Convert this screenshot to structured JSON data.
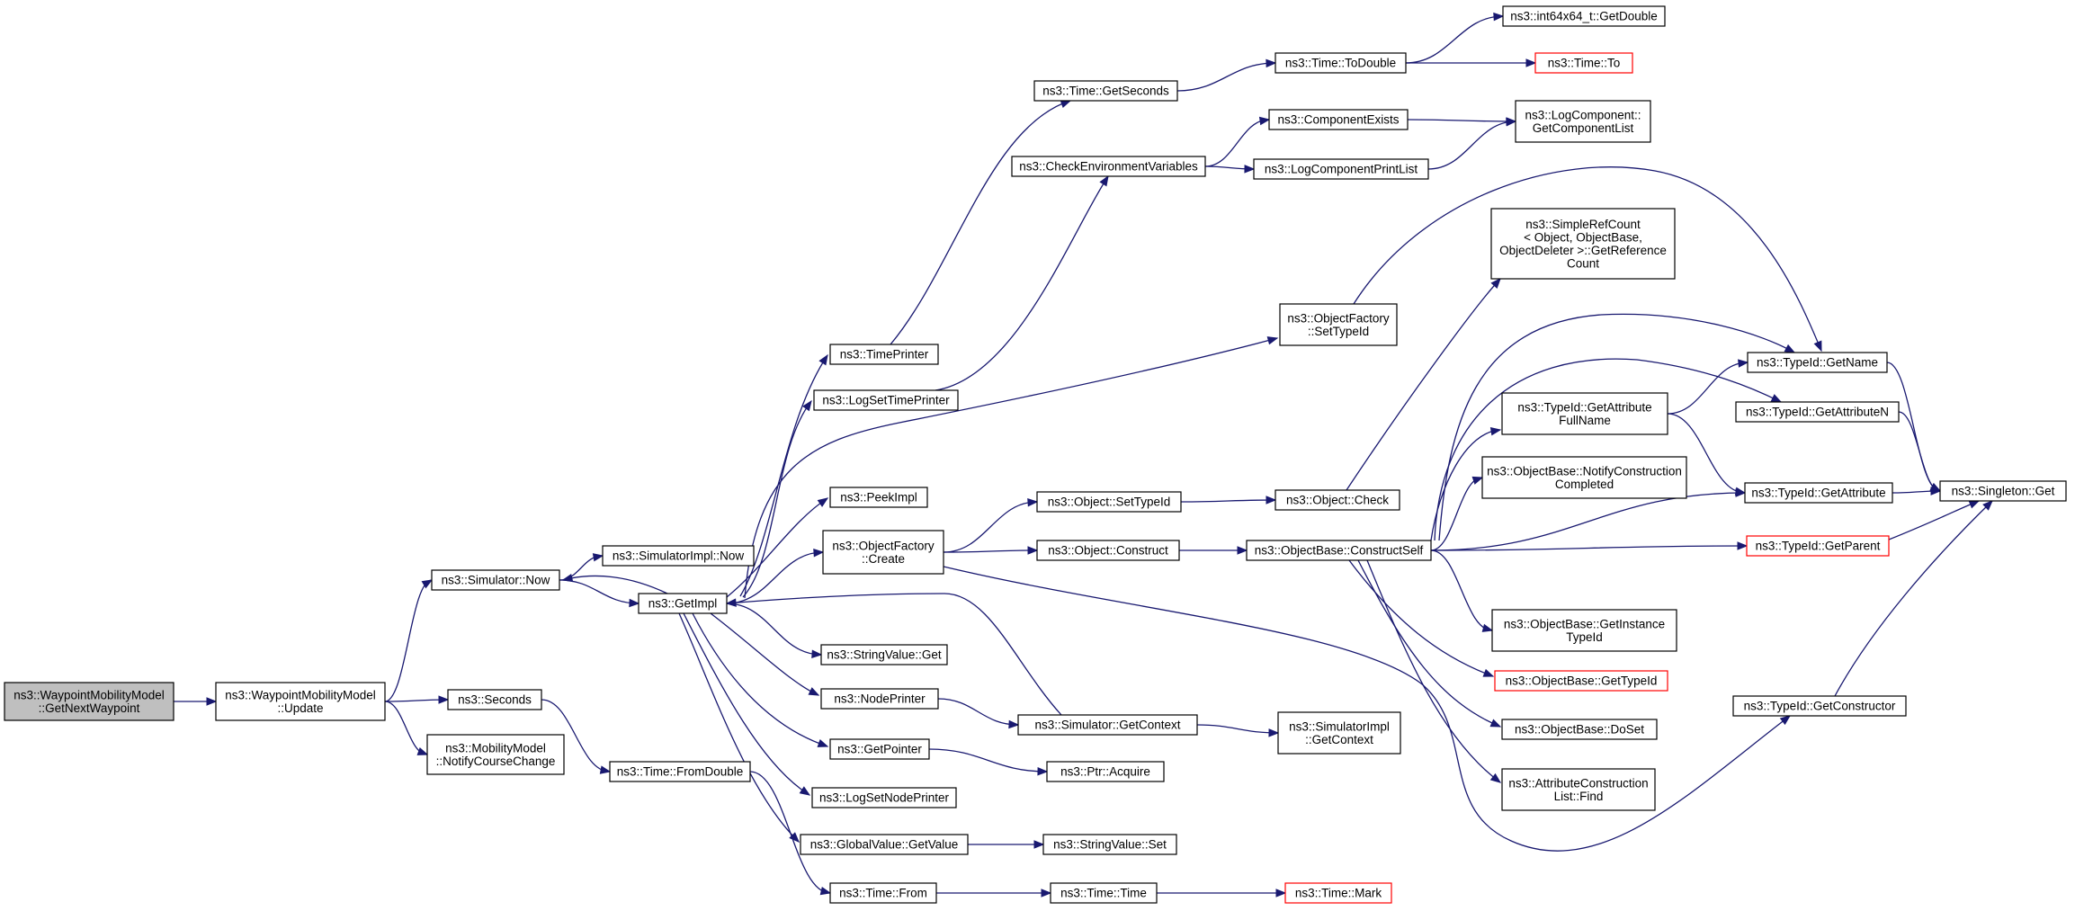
{
  "colors": {
    "edge": "#191970",
    "root_fill": "#bfbfbf",
    "truncated_border": "#ff0000"
  },
  "nodes": {
    "root": {
      "lines": [
        "ns3::WaypointMobilityModel",
        "::GetNextWaypoint"
      ]
    },
    "update": {
      "lines": [
        "ns3::WaypointMobilityModel",
        "::Update"
      ]
    },
    "simnow": {
      "lines": [
        "ns3::Simulator::Now"
      ]
    },
    "seconds": {
      "lines": [
        "ns3::Seconds"
      ]
    },
    "notify": {
      "lines": [
        "ns3::MobilityModel",
        "::NotifyCourseChange"
      ]
    },
    "simimplnow": {
      "lines": [
        "ns3::SimulatorImpl::Now"
      ]
    },
    "getimpl": {
      "lines": [
        "ns3::GetImpl"
      ]
    },
    "fromdouble": {
      "lines": [
        "ns3::Time::FromDouble"
      ]
    },
    "timeprinter": {
      "lines": [
        "ns3::TimePrinter"
      ]
    },
    "logsettimeprinter": {
      "lines": [
        "ns3::LogSetTimePrinter"
      ]
    },
    "peekimpl": {
      "lines": [
        "ns3::PeekImpl"
      ]
    },
    "ofcreate": {
      "lines": [
        "ns3::ObjectFactory",
        "::Create"
      ]
    },
    "svget": {
      "lines": [
        "ns3::StringValue::Get"
      ]
    },
    "nodeprinter": {
      "lines": [
        "ns3::NodePrinter"
      ]
    },
    "getpointer": {
      "lines": [
        "ns3::GetPointer"
      ]
    },
    "logsetnodeprinter": {
      "lines": [
        "ns3::LogSetNodePrinter"
      ]
    },
    "gvgetvalue": {
      "lines": [
        "ns3::GlobalValue::GetValue"
      ]
    },
    "timefrom": {
      "lines": [
        "ns3::Time::From"
      ]
    },
    "getseconds": {
      "lines": [
        "ns3::Time::GetSeconds"
      ]
    },
    "checkenv": {
      "lines": [
        "ns3::CheckEnvironmentVariables"
      ]
    },
    "objsettypeid": {
      "lines": [
        "ns3::Object::SetTypeId"
      ]
    },
    "objconstruct": {
      "lines": [
        "ns3::Object::Construct"
      ]
    },
    "simgetcontext": {
      "lines": [
        "ns3::Simulator::GetContext"
      ]
    },
    "ptracquire": {
      "lines": [
        "ns3::Ptr::Acquire"
      ]
    },
    "svset": {
      "lines": [
        "ns3::StringValue::Set"
      ]
    },
    "timetime": {
      "lines": [
        "ns3::Time::Time"
      ]
    },
    "todouble": {
      "lines": [
        "ns3::Time::ToDouble"
      ]
    },
    "compexists": {
      "lines": [
        "ns3::ComponentExists"
      ]
    },
    "logcompprint": {
      "lines": [
        "ns3::LogComponentPrintList"
      ]
    },
    "ofsettypeid": {
      "lines": [
        "ns3::ObjectFactory",
        "::SetTypeId"
      ]
    },
    "objcheck": {
      "lines": [
        "ns3::Object::Check"
      ]
    },
    "constructself": {
      "lines": [
        "ns3::ObjectBase::ConstructSelf"
      ]
    },
    "simimplgetctx": {
      "lines": [
        "ns3::SimulatorImpl",
        "::GetContext"
      ]
    },
    "timemark": {
      "lines": [
        "ns3::Time::Mark"
      ]
    },
    "int64getdouble": {
      "lines": [
        "ns3::int64x64_t::GetDouble"
      ]
    },
    "timeto": {
      "lines": [
        "ns3::Time::To"
      ]
    },
    "getcomplist": {
      "lines": [
        "ns3::LogComponent::",
        "GetComponentList"
      ]
    },
    "simplerefcount": {
      "lines": [
        "ns3::SimpleRefCount",
        "< Object, ObjectBase,",
        "ObjectDeleter >::GetReference",
        "Count"
      ]
    },
    "getattrfullname": {
      "lines": [
        "ns3::TypeId::GetAttribute",
        "FullName"
      ]
    },
    "notifyconstruction": {
      "lines": [
        "ns3::ObjectBase::NotifyConstruction",
        "Completed"
      ]
    },
    "getinstancetypeid": {
      "lines": [
        "ns3::ObjectBase::GetInstance",
        "TypeId"
      ]
    },
    "obgettypeid": {
      "lines": [
        "ns3::ObjectBase::GetTypeId"
      ]
    },
    "doset": {
      "lines": [
        "ns3::ObjectBase::DoSet"
      ]
    },
    "attrfind": {
      "lines": [
        "ns3::AttributeConstruction",
        "List::Find"
      ]
    },
    "getname": {
      "lines": [
        "ns3::TypeId::GetName"
      ]
    },
    "getattributen": {
      "lines": [
        "ns3::TypeId::GetAttributeN"
      ]
    },
    "getattribute": {
      "lines": [
        "ns3::TypeId::GetAttribute"
      ]
    },
    "getparent": {
      "lines": [
        "ns3::TypeId::GetParent"
      ]
    },
    "getconstructor": {
      "lines": [
        "ns3::TypeId::GetConstructor"
      ]
    },
    "singletonget": {
      "lines": [
        "ns3::Singleton::Get"
      ]
    }
  },
  "edges": [
    [
      "root",
      "update"
    ],
    [
      "update",
      "simnow"
    ],
    [
      "update",
      "seconds"
    ],
    [
      "update",
      "notify"
    ],
    [
      "simnow",
      "simimplnow"
    ],
    [
      "simnow",
      "getimpl"
    ],
    [
      "seconds",
      "fromdouble"
    ],
    [
      "getimpl",
      "simnow"
    ],
    [
      "getimpl",
      "timeprinter"
    ],
    [
      "getimpl",
      "logsettimeprinter"
    ],
    [
      "getimpl",
      "peekimpl"
    ],
    [
      "getimpl",
      "ofcreate"
    ],
    [
      "getimpl",
      "svget"
    ],
    [
      "getimpl",
      "nodeprinter"
    ],
    [
      "getimpl",
      "getpointer"
    ],
    [
      "getimpl",
      "logsetnodeprinter"
    ],
    [
      "getimpl",
      "gvgetvalue"
    ],
    [
      "getimpl",
      "ofsettypeid"
    ],
    [
      "fromdouble",
      "timefrom"
    ],
    [
      "timeprinter",
      "getseconds"
    ],
    [
      "logsettimeprinter",
      "checkenv"
    ],
    [
      "ofcreate",
      "objsettypeid"
    ],
    [
      "ofcreate",
      "objconstruct"
    ],
    [
      "ofcreate",
      "getconstructor"
    ],
    [
      "nodeprinter",
      "simgetcontext"
    ],
    [
      "getpointer",
      "ptracquire"
    ],
    [
      "gvgetvalue",
      "svset"
    ],
    [
      "timefrom",
      "timetime"
    ],
    [
      "simgetcontext",
      "getimpl"
    ],
    [
      "simgetcontext",
      "simimplgetctx"
    ],
    [
      "getseconds",
      "todouble"
    ],
    [
      "checkenv",
      "compexists"
    ],
    [
      "checkenv",
      "logcompprint"
    ],
    [
      "ofsettypeid",
      "getname"
    ],
    [
      "objsettypeid",
      "objcheck"
    ],
    [
      "objconstruct",
      "constructself"
    ],
    [
      "timetime",
      "timemark"
    ],
    [
      "todouble",
      "int64getdouble"
    ],
    [
      "todouble",
      "timeto"
    ],
    [
      "compexists",
      "getcomplist"
    ],
    [
      "logcompprint",
      "getcomplist"
    ],
    [
      "objcheck",
      "simplerefcount"
    ],
    [
      "constructself",
      "getname"
    ],
    [
      "constructself",
      "getattrfullname"
    ],
    [
      "constructself",
      "getattributen"
    ],
    [
      "constructself",
      "notifyconstruction"
    ],
    [
      "constructself",
      "getattribute"
    ],
    [
      "constructself",
      "getparent"
    ],
    [
      "constructself",
      "getinstancetypeid"
    ],
    [
      "constructself",
      "obgettypeid"
    ],
    [
      "constructself",
      "doset"
    ],
    [
      "constructself",
      "attrfind"
    ],
    [
      "getattrfullname",
      "getname"
    ],
    [
      "getattrfullname",
      "getattribute"
    ],
    [
      "getname",
      "singletonget"
    ],
    [
      "getattributen",
      "singletonget"
    ],
    [
      "getattribute",
      "singletonget"
    ],
    [
      "getparent",
      "singletonget"
    ],
    [
      "getconstructor",
      "singletonget"
    ]
  ]
}
